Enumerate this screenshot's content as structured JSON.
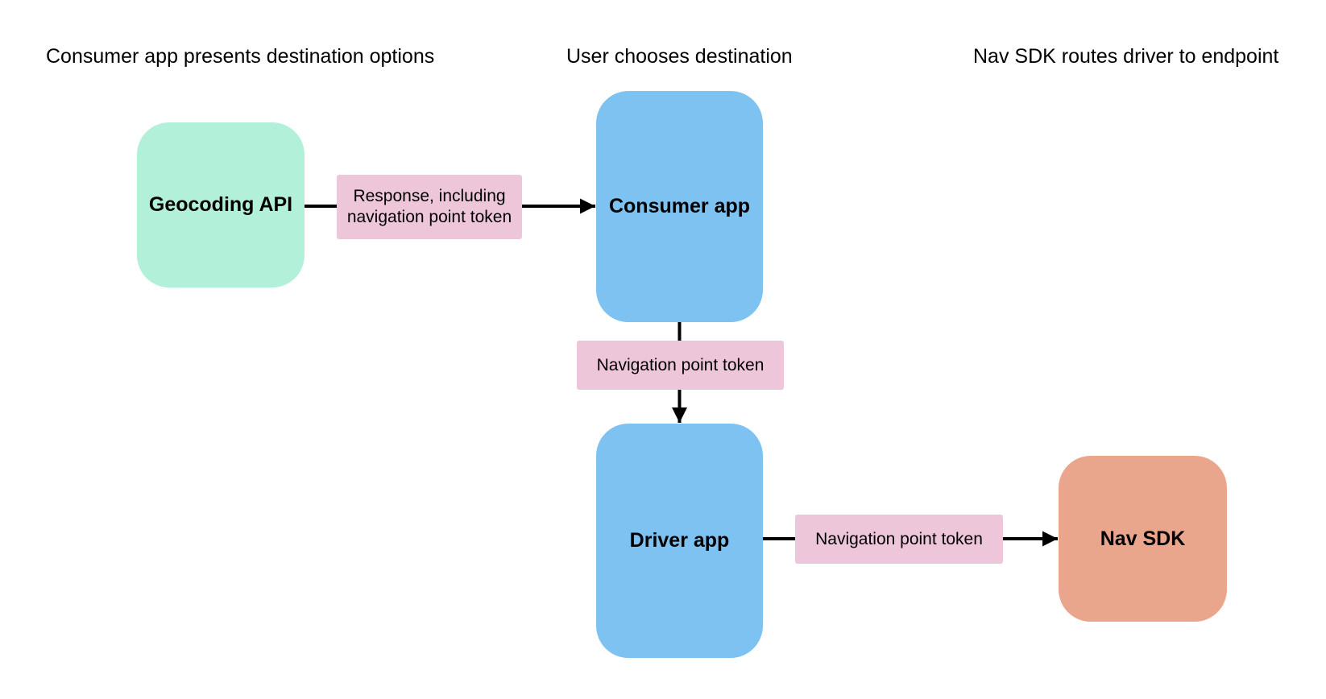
{
  "diagram": {
    "stages": [
      "Consumer app presents destination options",
      "User chooses destination",
      "Nav SDK routes driver to endpoint"
    ],
    "nodes": {
      "geocoding_api": {
        "label": "Geocoding API",
        "color": "#b3f0d9"
      },
      "consumer_app": {
        "label": "Consumer app",
        "color": "#7ec2f2"
      },
      "driver_app": {
        "label": "Driver app",
        "color": "#7ec2f2"
      },
      "nav_sdk": {
        "label": "Nav SDK",
        "color": "#e9a68c"
      }
    },
    "edges": [
      {
        "from": "Geocoding API",
        "to": "Consumer app",
        "label": "Response, including navigation point token",
        "label_color": "#eec6da"
      },
      {
        "from": "Consumer app",
        "to": "Driver app",
        "label": "Navigation point token",
        "label_color": "#eec6da"
      },
      {
        "from": "Driver app",
        "to": "Nav SDK",
        "label": "Navigation point token",
        "label_color": "#eec6da"
      }
    ],
    "colors": {
      "background": "#ffffff",
      "text": "#000000",
      "arrow": "#000000",
      "node_mint": "#b3f0d9",
      "node_blue": "#7ec2f2",
      "node_salmon": "#e9a68c",
      "edge_label_pink": "#eec6da"
    }
  }
}
